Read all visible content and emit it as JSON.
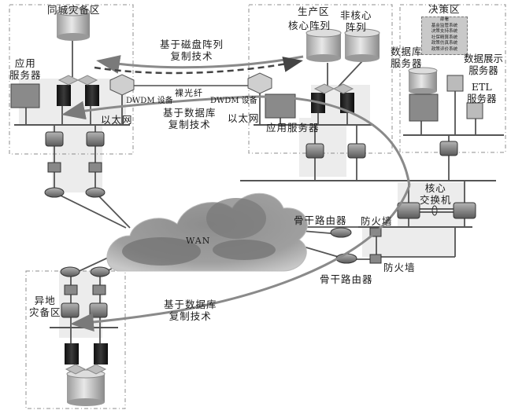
{
  "zones": {
    "same_city_dr": {
      "title": "同城灾备区",
      "app_server": "应用\n服务器",
      "ethernet": "以太网"
    },
    "production": {
      "title": "生产区",
      "core_array": "核心阵列",
      "noncore_array": "非核心\n阵列",
      "ethernet": "以太网",
      "app_server": "应用服务器"
    },
    "decision": {
      "title": "决策区",
      "systems": [
        "部署",
        "基金监管系统",
        "决策支持系统",
        "社保精算系统",
        "政策仿真系统",
        "政策评价系统"
      ],
      "db_server": "数据库\n服务器",
      "display_server": "数据展示\n服务器",
      "etl_server": "ETL\n服务器"
    },
    "remote_dr": {
      "title": "异地\n灾备区"
    }
  },
  "links": {
    "disk_replication": "基于磁盘阵列\n复制技术",
    "db_replication_top": "基于数据库\n复制技术",
    "db_replication_bottom": "基于数据库\n复制技术",
    "dwdm_left": "DWDM 设备",
    "dwdm_right": "DWDM 设备",
    "dark_fiber": "裸光纤"
  },
  "network": {
    "wan": "WAN",
    "core_switch": "核心\n交换机",
    "backbone_router_1": "骨干路由器",
    "backbone_router_2": "骨干路由器",
    "firewall_1": "防火墙",
    "firewall_2": "防火墙"
  }
}
